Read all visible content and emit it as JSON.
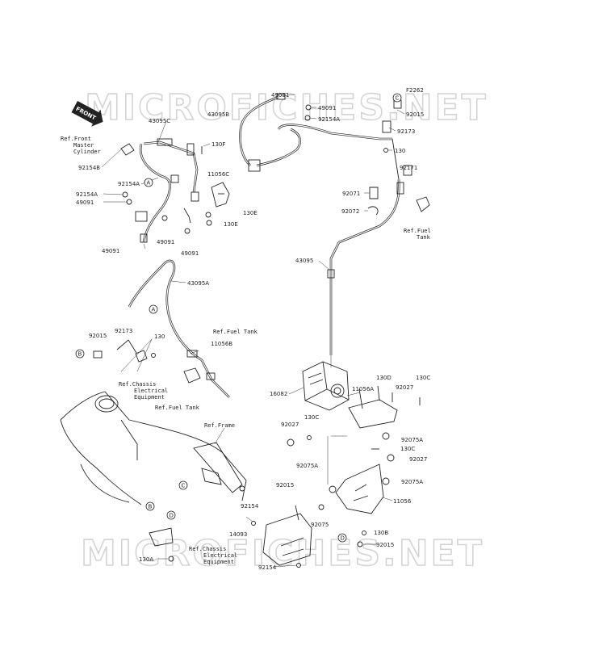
{
  "diagram": {
    "code": "F2262",
    "watermark_top": "MICROFICHES.NET",
    "watermark_bottom": "MICROFICHES.NET",
    "front_badge": "FRONT",
    "refs": {
      "front_master": [
        "Ref.Front",
        "Master",
        "Cylinder"
      ],
      "fuel_tank_right": [
        "Ref.Fuel",
        "Tank"
      ],
      "fuel_tank_mid": "Ref.Fuel Tank",
      "fuel_tank_low": "Ref.Fuel Tank",
      "chassis_elec_mid": [
        "Ref.Chassis",
        "Electrical",
        "Equipment"
      ],
      "frame": "Ref.Frame",
      "chassis_elec_low": [
        "Ref.Chassis",
        "Electrical",
        "Equipment"
      ]
    },
    "callouts": {
      "a1": "A",
      "a2": "A",
      "b1": "B",
      "b2": "B",
      "c1": "C",
      "c2": "C",
      "d1": "D",
      "d2": "D"
    },
    "labels": {
      "p43095c": "43095C",
      "p130f": "130F",
      "p92154b": "92154B",
      "p92154a_1": "92154A",
      "p92154a_2": "92154A",
      "p49091_1": "49091",
      "p49091_2": "49091",
      "p49091_3": "49091",
      "p49091_4": "49091",
      "p49091_5": "49091",
      "p49091_6": "49091",
      "p43095b": "43095B",
      "p92154a_3": "92154A",
      "p92015_1": "92015",
      "p92173_1": "92173",
      "p130_1": "130",
      "p92171": "92171",
      "p92071": "92071",
      "p92072": "92072",
      "p11056c": "11056C",
      "p130e_1": "130E",
      "p130e_2": "130E",
      "p43095": "43095",
      "p43095a": "43095A",
      "p92015_2": "92015",
      "p92173_2": "92173",
      "p130_2": "130",
      "p11056b": "11056B",
      "p16082": "16082",
      "p130d": "130D",
      "p130c_1": "130C",
      "p11056a": "11056A",
      "p92027_1": "92027",
      "p92027_2": "92027",
      "p130c_2": "130C",
      "p92075a_1": "92075A",
      "p130c_3": "130C",
      "p92027_3": "92027",
      "p92075a_2": "92075A",
      "p92075a_3": "92075A",
      "p92015_3": "92015",
      "p11056": "11056",
      "p92154_1": "92154",
      "p92075": "92075",
      "p14093": "14093",
      "p130b": "130B",
      "p92015_4": "92015",
      "p92154_2": "92154",
      "p130a": "130A"
    }
  }
}
